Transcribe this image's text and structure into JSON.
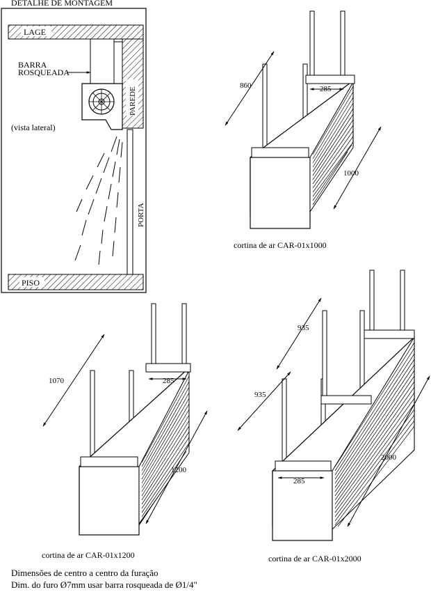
{
  "header": {
    "title": "DETALHE DE MONTAGEM"
  },
  "side_detail": {
    "ceiling_label": "LAGE",
    "floor_label": "PISO",
    "rod_label_line1": "BARRA",
    "rod_label_line2": "ROSQUEADA",
    "wall_label": "PAREDE",
    "view_label": "(vista lateral)",
    "door_label": "PORTA"
  },
  "units": [
    {
      "caption": "cortina de ar CAR-01x1000",
      "rod_spacing": "285",
      "height": "860",
      "length": "1000"
    },
    {
      "caption": "cortina de ar CAR-01x1200",
      "rod_spacing": "285",
      "height": "1070",
      "length": "1200"
    },
    {
      "caption": "cortina de ar CAR-01x2000",
      "rod_spacing": "285",
      "height_upper": "935",
      "height_lower": "935",
      "length": "2000"
    }
  ],
  "notes": {
    "line1": "Dimensões de centro a centro da furação",
    "line2": "Dim. do furo Ø7mm usar barra rosqueada de Ø1/4\""
  }
}
